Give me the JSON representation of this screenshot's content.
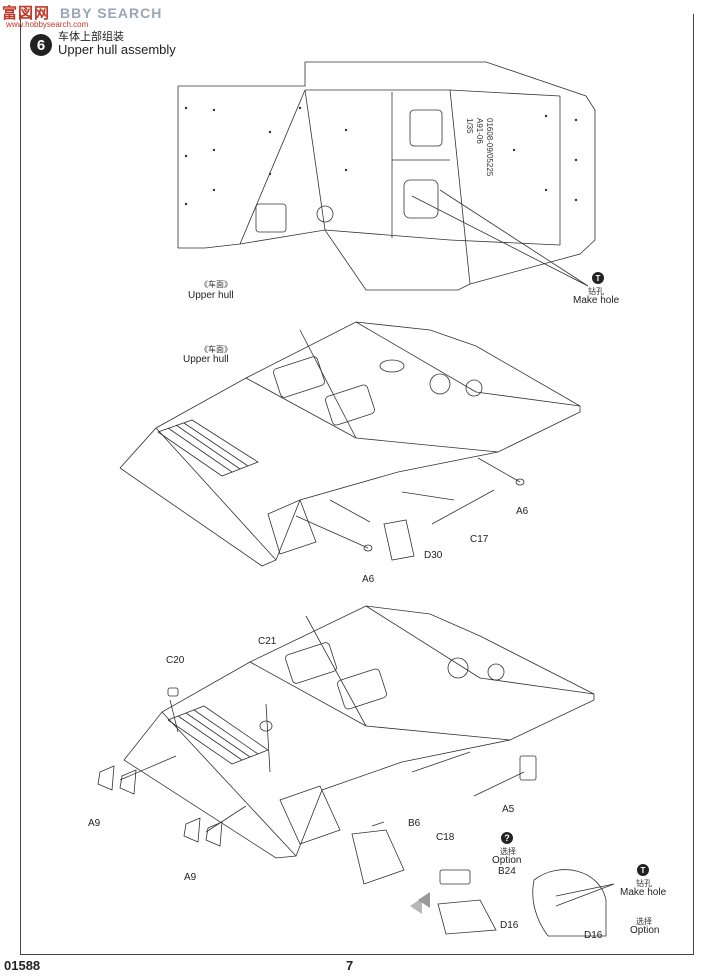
{
  "watermark": {
    "logo_text": "富図网",
    "search_text": "BBY SEARCH",
    "sub_text": "www.hobbysearch.com"
  },
  "step": {
    "number": "6",
    "title_cn": "车体上部组装",
    "title_en": "Upper hull assembly"
  },
  "top_view": {
    "hull_label_cn": "《车面》",
    "hull_label_en": "Upper hull",
    "hole_icon": "T",
    "hole_label_cn": "钻孔",
    "hole_label_en": "Make hole",
    "engraving_line1": "1/35",
    "engraving_line2": "A91-06",
    "engraving_line3": "01608-09/05225"
  },
  "middle_view": {
    "hull_label_cn": "《车面》",
    "hull_label_en": "Upper hull",
    "parts": [
      "A6",
      "C17",
      "D30",
      "A6"
    ]
  },
  "bottom_view": {
    "parts": [
      "C20",
      "C21",
      "A9",
      "A9",
      "B6",
      "C18",
      "A5",
      "B24",
      "D16",
      "D16"
    ],
    "option_icon": "?",
    "option_label_cn": "选择",
    "option_label_en": "Option",
    "hole_icon": "T",
    "hole_label_cn": "钻孔",
    "hole_label_en": "Make hole",
    "option2_label_cn": "选择",
    "option2_label_en": "Option"
  },
  "footer": {
    "code": "01588",
    "page": "7"
  }
}
